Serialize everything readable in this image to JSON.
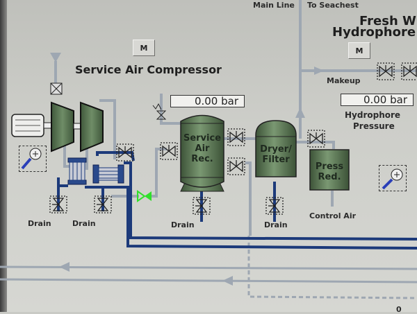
{
  "screen": {
    "title": "Service Air / Fresh Water Hydrophore Mimic"
  },
  "colors": {
    "background": "#cacbc6",
    "vessel_green": "#55704f",
    "pipe_blue": "#1c3a7a",
    "pipe_grey": "#9aa3ad",
    "valve_open_green": "#2fe02a",
    "readout_bg": "#f1f1ee"
  },
  "labels": {
    "main_line": "Main Line",
    "to_seachest": "To Seachest",
    "service_air_compressor": "Service Air Compressor",
    "fresh_water_line1": "Fresh W",
    "fresh_water_line2": "Hydrophore",
    "makeup": "Makeup",
    "hydrophore_pressure_line1": "Hydrophore",
    "hydrophore_pressure_line2": "Pressure",
    "control_air": "Control Air",
    "drain_1": "Drain",
    "drain_2": "Drain",
    "drain_3": "Drain",
    "drain_4": "Drain",
    "corner_char": "0"
  },
  "buttons": {
    "compressor_mode": "M",
    "hydrophore_mode": "M"
  },
  "readouts": {
    "service_air_pressure": "0.00 bar",
    "hydrophore_pressure": "0.00 bar"
  },
  "vessels": {
    "service_air_receiver": [
      "Service",
      "Air",
      "Rec."
    ],
    "dryer_filter": [
      "Dryer/",
      "Filter"
    ],
    "pressure_reducer": [
      "Press",
      "Red."
    ]
  },
  "icons": {
    "zoom_left": "magnifier-plus-icon",
    "zoom_right": "magnifier-plus-icon",
    "motor": "electric-motor-icon",
    "compressor_stage": "compressor-stage-icon",
    "valve": "gate-valve-icon",
    "relief_valve": "relief-valve-icon",
    "check_valve": "check-valve-icon",
    "damper": "damper-x-icon"
  }
}
